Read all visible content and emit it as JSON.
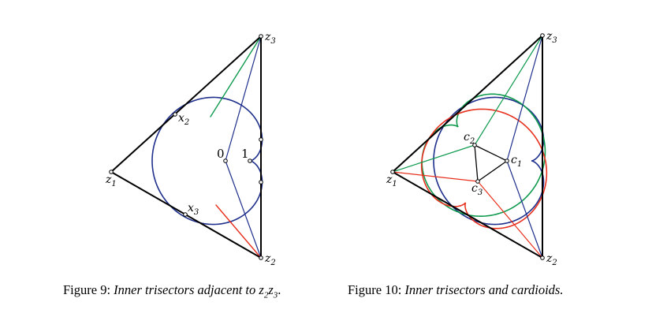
{
  "colors": {
    "blue": "#1e2f8c",
    "green": "#0f9a4e",
    "red": "#e8301e",
    "black": "#000000"
  },
  "figure9": {
    "caption": {
      "prefix": "Figure 9:",
      "text": "Inner trisectors adjacent to z",
      "sub1": "2",
      "mid": "z",
      "sub2": "3",
      "end": "."
    },
    "labels": {
      "z1": {
        "main": "z",
        "sub": "1"
      },
      "z2": {
        "main": "z",
        "sub": "2"
      },
      "z3": {
        "main": "z",
        "sub": "3"
      },
      "x2": {
        "main": "x",
        "sub": "2"
      },
      "x3": {
        "main": "x",
        "sub": "3"
      },
      "zero": "0",
      "one": "1"
    }
  },
  "figure10": {
    "caption": {
      "prefix": "Figure 10:",
      "text": "Inner trisectors and cardioids."
    },
    "labels": {
      "z1": {
        "main": "z",
        "sub": "1"
      },
      "z2": {
        "main": "z",
        "sub": "2"
      },
      "z3": {
        "main": "z",
        "sub": "3"
      },
      "c1": {
        "main": "c",
        "sub": "1"
      },
      "c2": {
        "main": "c",
        "sub": "2"
      },
      "c3": {
        "main": "c",
        "sub": "3"
      }
    }
  }
}
